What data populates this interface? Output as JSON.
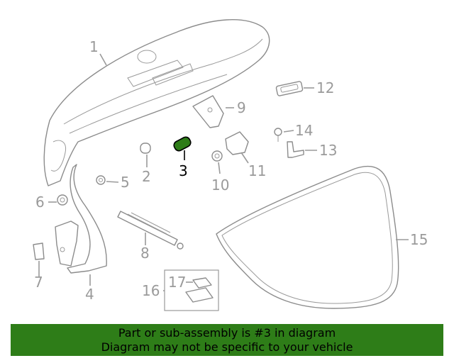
{
  "diagram": {
    "callouts": [
      {
        "number": "1"
      },
      {
        "number": "2"
      },
      {
        "number": "3"
      },
      {
        "number": "4"
      },
      {
        "number": "5"
      },
      {
        "number": "6"
      },
      {
        "number": "7"
      },
      {
        "number": "8"
      },
      {
        "number": "9"
      },
      {
        "number": "10"
      },
      {
        "number": "11"
      },
      {
        "number": "12"
      },
      {
        "number": "13"
      },
      {
        "number": "14"
      },
      {
        "number": "15"
      },
      {
        "number": "16"
      },
      {
        "number": "17"
      }
    ],
    "highlighted_part": "3",
    "highlight_color": "#2e7d18",
    "line_color": "#9a9a9a"
  },
  "banner": {
    "line1": "Part or sub-assembly is #3 in diagram",
    "line2": "Diagram may not be specific to your vehicle",
    "background": "#2e7d18"
  }
}
